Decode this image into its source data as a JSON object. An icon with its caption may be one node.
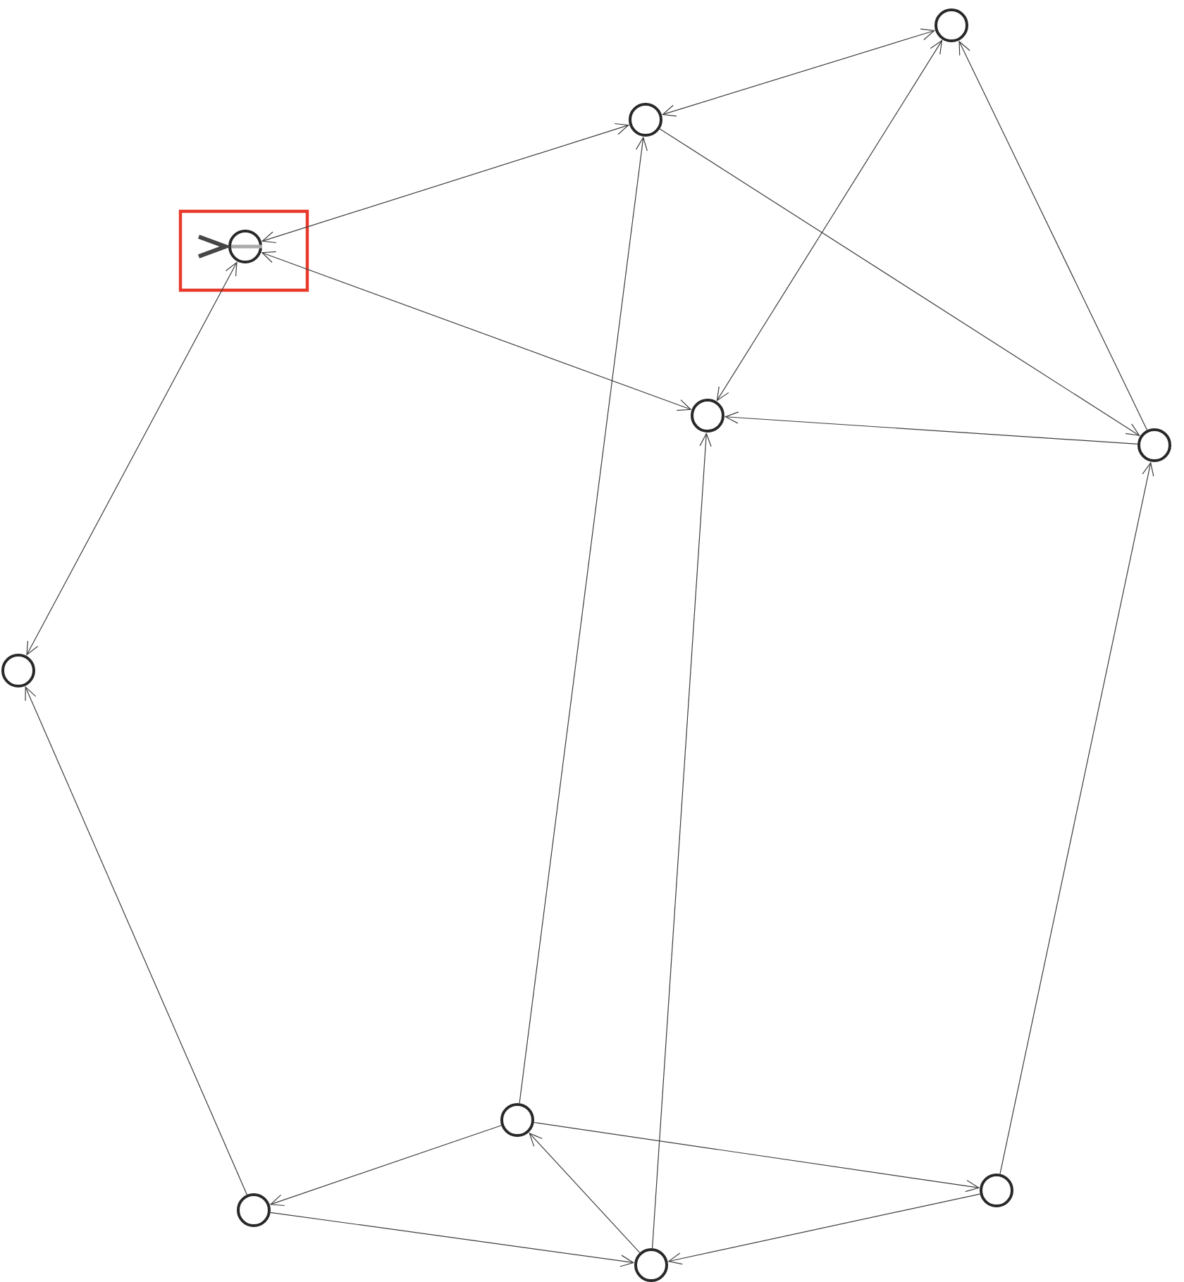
{
  "diagram": {
    "nodes": [
      {
        "text": [],
        "shape": "circle"
      },
      {
        "text": [],
        "shape": "circle"
      },
      {
        "text": [],
        "shape": "circle"
      },
      {
        "text": [],
        "shape": "circle"
      },
      {
        "text": [],
        "shape": "circle"
      },
      {
        "text": [],
        "shape": "circle"
      },
      {
        "text": [],
        "shape": "circle"
      },
      {
        "text": [],
        "shape": "circle"
      },
      {
        "text": [],
        "shape": "circle"
      },
      {
        "text": [],
        "shape": "circle"
      }
    ],
    "edges": [
      {
        "from": 0,
        "to": 1,
        "arrow": "both"
      },
      {
        "from": 0,
        "to": 3,
        "arrow": "both"
      },
      {
        "from": 4,
        "to": 0,
        "arrow": "to"
      },
      {
        "from": 1,
        "to": 2,
        "arrow": "both"
      },
      {
        "from": 1,
        "to": 4,
        "arrow": "to"
      },
      {
        "from": 6,
        "to": 1,
        "arrow": "to"
      },
      {
        "from": 2,
        "to": 3,
        "arrow": "both"
      },
      {
        "from": 2,
        "to": 5,
        "arrow": "both"
      },
      {
        "from": 4,
        "to": 3,
        "arrow": "to"
      },
      {
        "from": 9,
        "to": 3,
        "arrow": "to"
      },
      {
        "from": 7,
        "to": 4,
        "arrow": "to"
      },
      {
        "from": 8,
        "to": 5,
        "arrow": "to"
      },
      {
        "from": 6,
        "to": 8,
        "arrow": "to"
      },
      {
        "from": 6,
        "to": 7,
        "arrow": "to"
      },
      {
        "from": 8,
        "to": 9,
        "arrow": "to"
      },
      {
        "from": 9,
        "to": 6,
        "arrow": "to"
      },
      {
        "from": 7,
        "to": 9,
        "arrow": "to"
      }
    ]
  }
}
